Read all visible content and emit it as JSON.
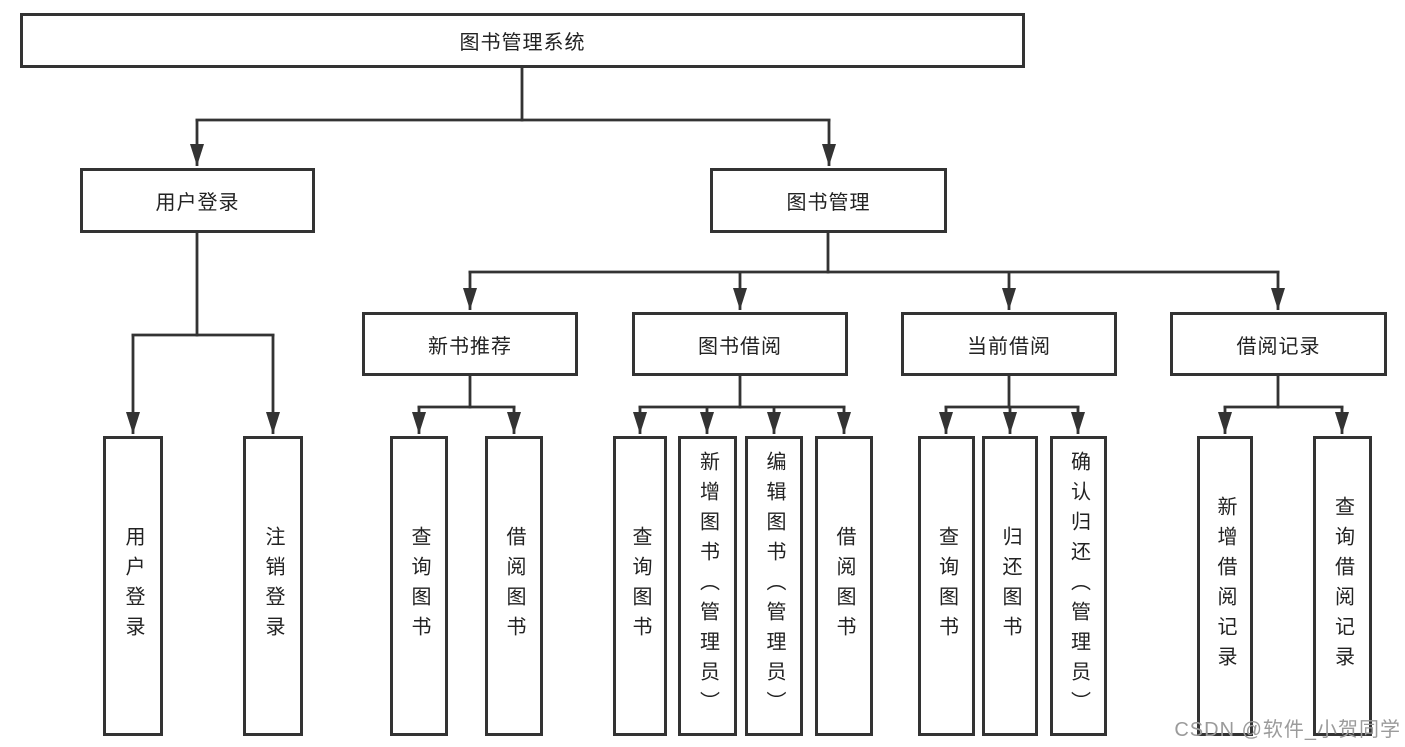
{
  "root": {
    "label": "图书管理系统"
  },
  "level2": [
    {
      "label": "用户登录"
    },
    {
      "label": "图书管理"
    }
  ],
  "level3": [
    {
      "label": "新书推荐"
    },
    {
      "label": "图书借阅"
    },
    {
      "label": "当前借阅"
    },
    {
      "label": "借阅记录"
    }
  ],
  "leaves": [
    {
      "label": "用户登录"
    },
    {
      "label": "注销登录"
    },
    {
      "label": "查询图书"
    },
    {
      "label": "借阅图书"
    },
    {
      "label": "查询图书"
    },
    {
      "label": "新增图书（管理员）"
    },
    {
      "label": "编辑图书（管理员）"
    },
    {
      "label": "借阅图书"
    },
    {
      "label": "查询图书"
    },
    {
      "label": "归还图书"
    },
    {
      "label": "确认归还（管理员）"
    },
    {
      "label": "新增借阅记录"
    },
    {
      "label": "查询借阅记录"
    }
  ],
  "watermark": {
    "text": "CSDN @软件_小贺同学"
  },
  "colors": {
    "line": "#333333",
    "text": "#222222",
    "background": "#ffffff",
    "watermark": "#9b9b9b"
  },
  "hierarchy": {
    "root": "图书管理系统",
    "children": [
      {
        "label": "用户登录",
        "children": [
          "用户登录",
          "注销登录"
        ]
      },
      {
        "label": "图书管理",
        "children": [
          {
            "label": "新书推荐",
            "children": [
              "查询图书",
              "借阅图书"
            ]
          },
          {
            "label": "图书借阅",
            "children": [
              "查询图书",
              "新增图书（管理员）",
              "编辑图书（管理员）",
              "借阅图书"
            ]
          },
          {
            "label": "当前借阅",
            "children": [
              "查询图书",
              "归还图书",
              "确认归还（管理员）"
            ]
          },
          {
            "label": "借阅记录",
            "children": [
              "新增借阅记录",
              "查询借阅记录"
            ]
          }
        ]
      }
    ]
  }
}
